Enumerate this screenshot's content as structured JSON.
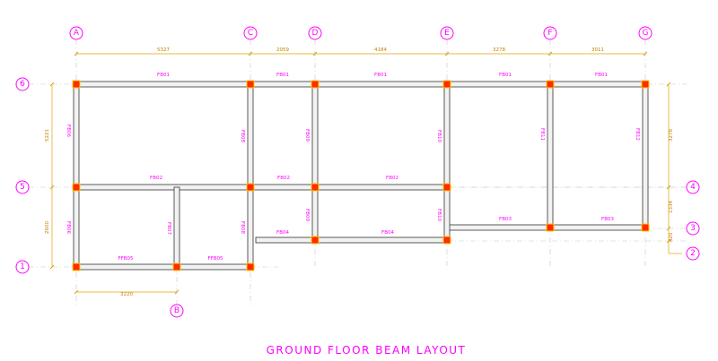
{
  "title": "GROUND FLOOR BEAM LAYOUT",
  "colors": {
    "grid_bubble": "#ff00ff",
    "dimension": "#e0a000",
    "column": "#ff2a00",
    "beam_outline": "#333333"
  },
  "grid_bubbles": {
    "top": [
      "A",
      "C",
      "D",
      "E",
      "F",
      "G"
    ],
    "bottom": [
      "B"
    ],
    "left": [
      "6",
      "5",
      "1"
    ],
    "right": [
      "4",
      "3",
      "2"
    ]
  },
  "dimensions": {
    "top": [
      "5327",
      "2059",
      "4184",
      "3278",
      "3011"
    ],
    "left": [
      "5221",
      "2600"
    ],
    "right": [
      "3278",
      "1334",
      "420"
    ],
    "bottom": [
      "3220"
    ]
  },
  "beam_labels": {
    "horizontal": [
      "FB01",
      "FB01",
      "FB01",
      "FB01",
      "FB01",
      "FB02",
      "FB02",
      "FB02",
      "FB03",
      "FB03",
      "FB04",
      "FB04",
      "FFB05",
      "FFB05"
    ],
    "vertical": [
      "FB06",
      "FB06",
      "FB07",
      "FB08",
      "FB08",
      "FB09",
      "FB09",
      "FB10",
      "FB10",
      "FB11",
      "FB12"
    ]
  }
}
